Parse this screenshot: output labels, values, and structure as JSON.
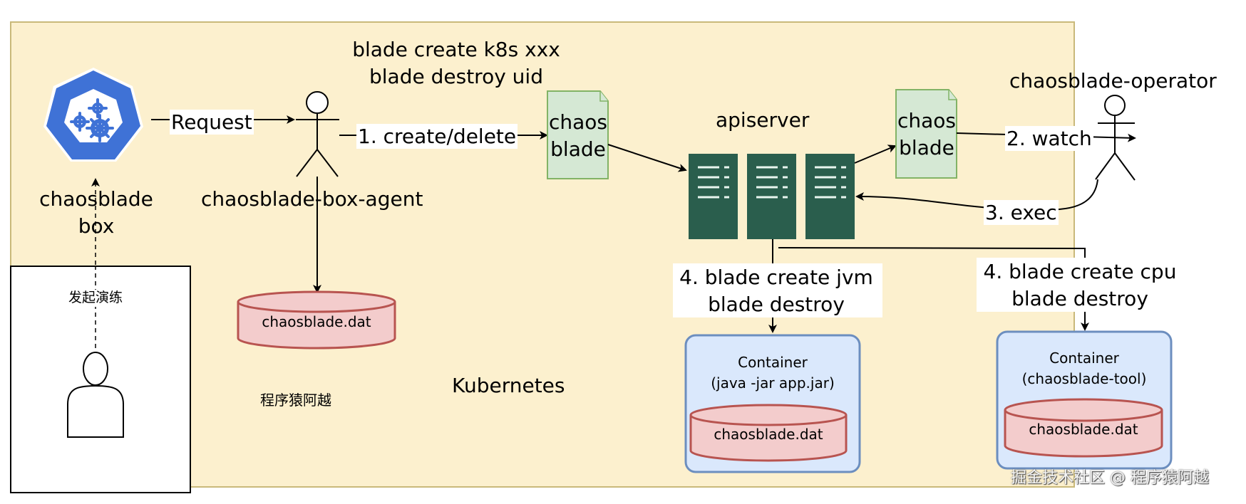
{
  "diagram": {
    "region_label": "Kubernetes",
    "author_tag": "程序猿阿越",
    "watermark": "掘金技术社区 @ 程序猿阿越",
    "colors": {
      "k8s_region_fill": "#fcf0ce",
      "k8s_region_border": "#c9b97a",
      "k8s_logo_blue": "#3f72d6",
      "server_green": "#2a5e4d",
      "doc_fill": "#d5e8d4",
      "doc_border": "#82b366",
      "db_fill": "#f3cccc",
      "db_border": "#b85450",
      "container_fill": "#dae8fc",
      "container_border": "#6c8ebf"
    },
    "nodes": {
      "box": {
        "label_line1": "chaosblade",
        "label_line2": "box",
        "icon": "kubernetes-gear-icon"
      },
      "user_panel": {
        "action_label": "发起演练",
        "icon": "user-icon"
      },
      "agent": {
        "label": "chaosblade-box-agent",
        "icon": "actor-icon"
      },
      "agent_db": {
        "label": "chaosblade.dat"
      },
      "commands": {
        "line1": "blade create k8s xxx",
        "line2": "blade destroy uid"
      },
      "crd_left": {
        "line1": "chaos",
        "line2": "blade"
      },
      "apiserver": {
        "label": "apiserver",
        "icon": "server-rack-icon"
      },
      "crd_right": {
        "line1": "chaos",
        "line2": "blade"
      },
      "operator": {
        "label": "chaosblade-operator",
        "icon": "actor-icon"
      },
      "container_jvm": {
        "title": "Container",
        "subtitle": "(java -jar app.jar)",
        "db": "chaosblade.dat"
      },
      "container_tool": {
        "title": "Container",
        "subtitle": "(chaosblade-tool)",
        "db": "chaosblade.dat"
      }
    },
    "edges": {
      "request": "Request",
      "create_delete": "1. create/delete",
      "watch": "2. watch",
      "exec": "3. exec",
      "jvm_line1": "4. blade create jvm",
      "jvm_line2": "blade destroy",
      "cpu_line1": "4. blade create cpu",
      "cpu_line2": "blade destroy"
    }
  }
}
